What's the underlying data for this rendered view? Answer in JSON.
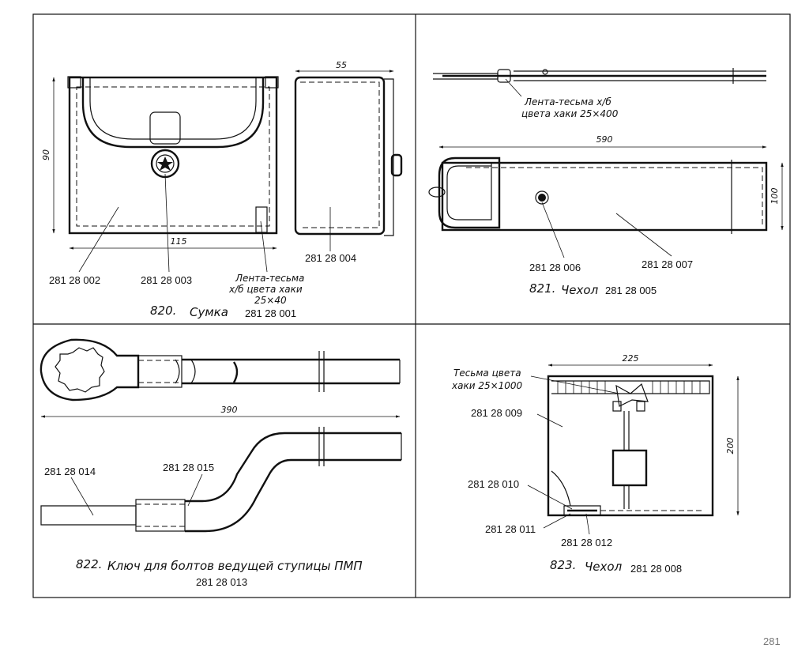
{
  "panel_820": {
    "number": "820.",
    "title": "Сумка",
    "code": "281 28 001",
    "dims": {
      "height": "90",
      "width": "115",
      "side_width": "55"
    },
    "parts": [
      "281 28 002",
      "281 28 003",
      "281 28 004"
    ],
    "tape_note": [
      "Лента-тесьма",
      "х/б цвета хаки",
      "25×40"
    ]
  },
  "panel_821": {
    "number": "821.",
    "title": "Чехол",
    "code": "281 28 005",
    "dims": {
      "length": "590",
      "height": "100"
    },
    "parts": [
      "281 28 006",
      "281 28 007"
    ],
    "tape_note": [
      "Лента-тесьма х/б",
      "цвета хаки 25×400"
    ]
  },
  "panel_822": {
    "number": "822.",
    "title": "Ключ для болтов ведущей ступицы ПМП",
    "code": "281 28 013",
    "dims": {
      "length": "390"
    },
    "parts": [
      "281 28 014",
      "281 28 015"
    ]
  },
  "panel_823": {
    "number": "823.",
    "title": "Чехол",
    "code": "281 28 008",
    "dims": {
      "width": "225",
      "height": "200"
    },
    "parts": [
      "281 28 009",
      "281 28 010",
      "281 28 011",
      "281 28 012"
    ],
    "tape_note": [
      "Тесьма цвета",
      "хаки 25×1000"
    ]
  },
  "page_number": "281"
}
